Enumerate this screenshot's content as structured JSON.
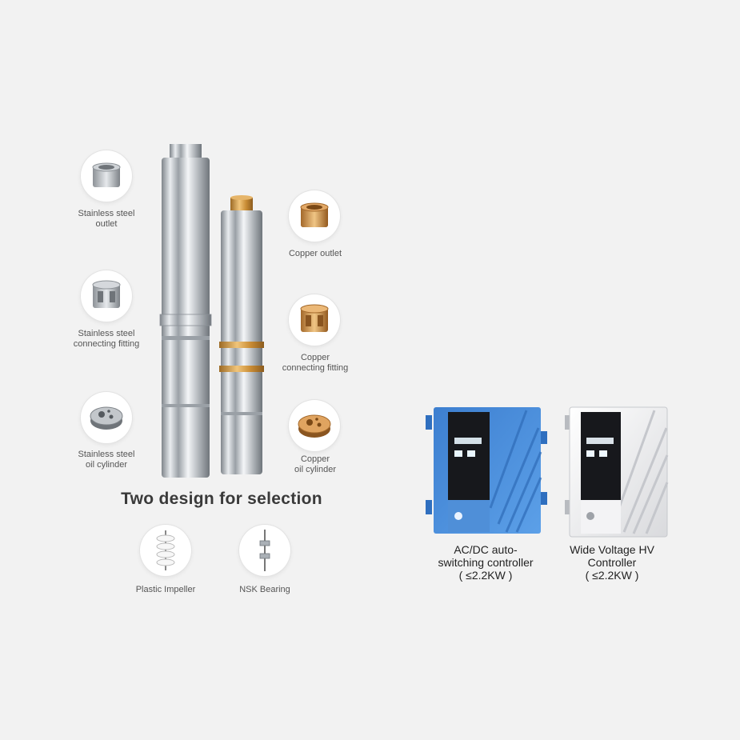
{
  "parts_left": [
    {
      "label": "Stainless steel\noutlet",
      "icon": "stainless-outlet-icon"
    },
    {
      "label": "Stainless steel\nconnecting fitting",
      "icon": "stainless-fitting-icon"
    },
    {
      "label": "Stainless steel\noil cylinder",
      "icon": "stainless-cylinder-icon"
    }
  ],
  "parts_right": [
    {
      "label": "Copper outlet",
      "icon": "copper-outlet-icon"
    },
    {
      "label": "Copper\nconnecting fitting",
      "icon": "copper-fitting-icon"
    },
    {
      "label": "Copper\noil cylinder",
      "icon": "copper-cylinder-icon"
    }
  ],
  "headline": "Two design for selection",
  "bottom_parts": [
    {
      "label": "Plastic Impeller",
      "icon": "plastic-impeller-icon"
    },
    {
      "label": "NSK Bearing",
      "icon": "nsk-bearing-icon"
    }
  ],
  "controllers": [
    {
      "label": "AC/DC auto-\nswitching controller\n( ≤2.2KW )",
      "color": "#4a90d9",
      "icon": "blue-controller-icon"
    },
    {
      "label": "Wide Voltage HV\nController\n( ≤2.2KW )",
      "color": "#e8e8ea",
      "icon": "white-controller-icon"
    }
  ],
  "colors": {
    "background": "#f2f2f2",
    "steel": "#c8ccd0",
    "copper": "#d69a4a",
    "controller_blue": "#4a90d9"
  }
}
